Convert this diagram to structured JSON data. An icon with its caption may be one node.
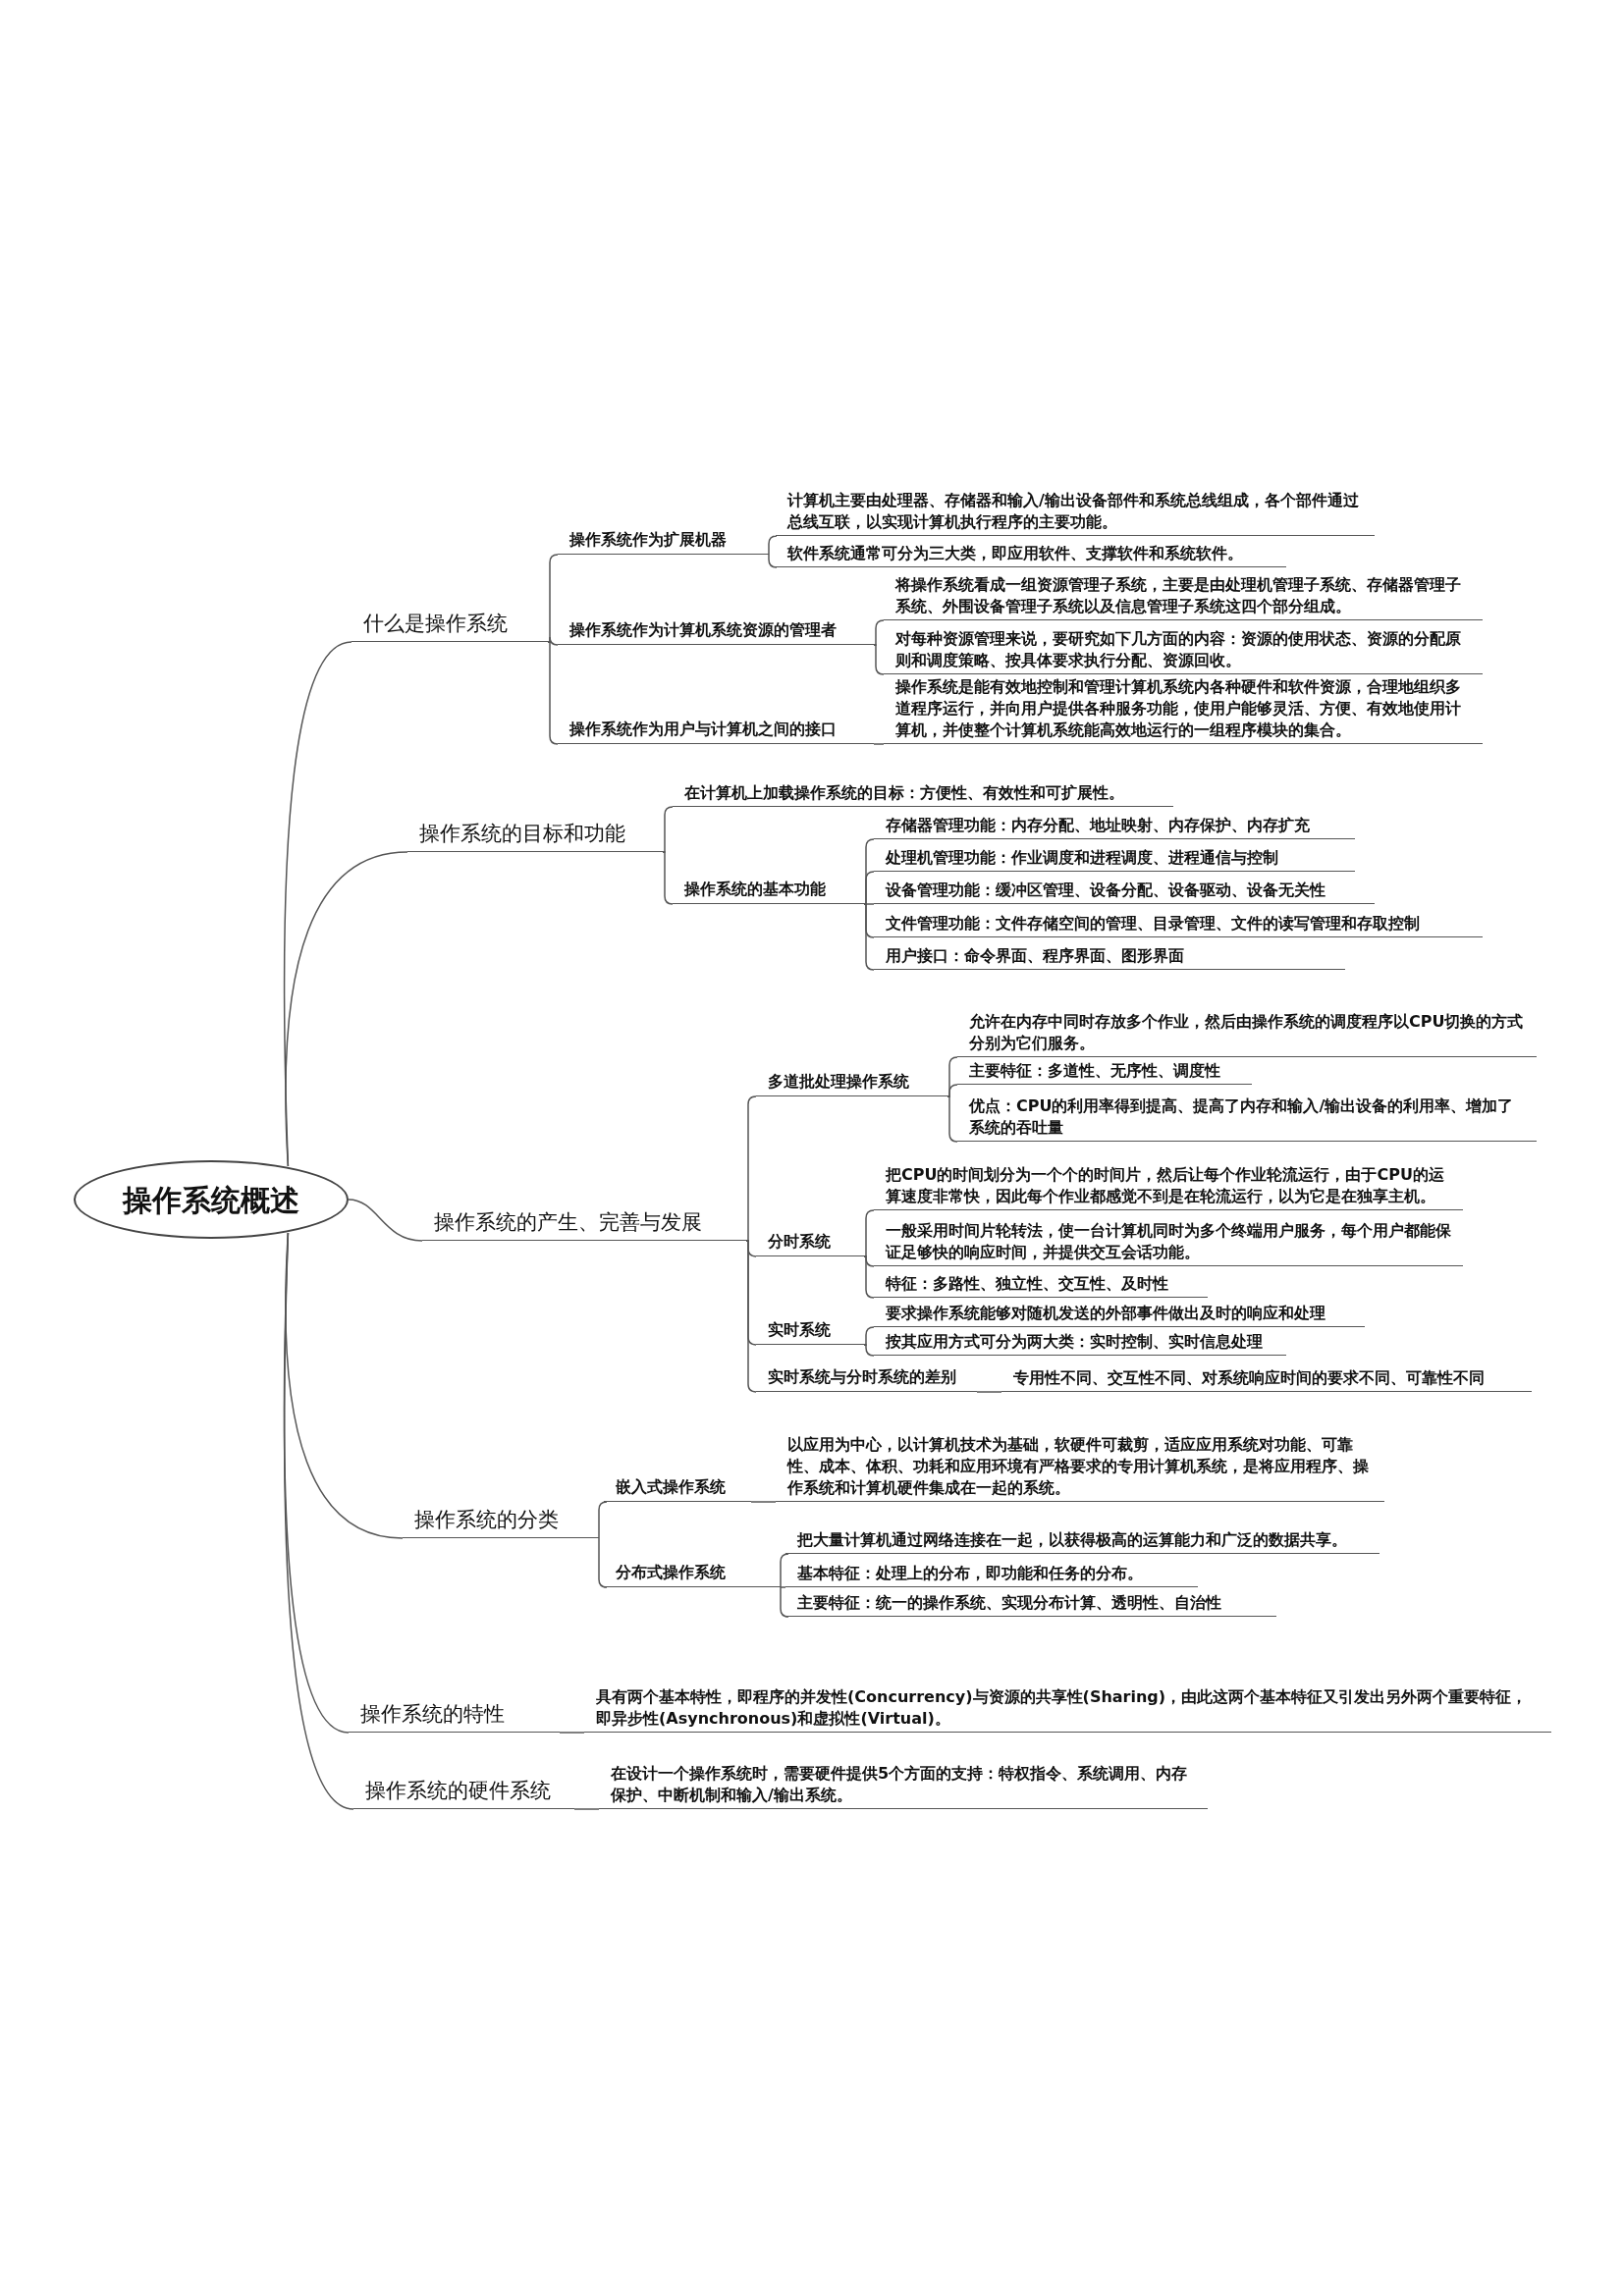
{
  "diagram": {
    "nodes": [
      {
        "text": [
          "操作系统概述"
        ]
      },
      {
        "text": [
          "什么是操作系统"
        ]
      },
      {
        "text": [
          "操作系统作为扩展机器"
        ]
      },
      {
        "text": [
          "计算机主要由处理器、存储器和输入/输出设备部件和系统总线组成，各个部件通过总线互联，以实现计算机执行程序的主要功能。"
        ]
      },
      {
        "text": [
          "软件系统通常可分为三大类，即应用软件、支撑软件和系统软件。"
        ]
      },
      {
        "text": [
          "操作系统作为计算机系统资源的管理者"
        ]
      },
      {
        "text": [
          "将操作系统看成一组资源管理子系统，主要是由处理机管理子系统、存储器管理子系统、外围设备管理子系统以及信息管理子系统这四个部分组成。"
        ]
      },
      {
        "text": [
          "对每种资源管理来说，要研究如下几方面的内容：资源的使用状态、资源的分配原则和调度策略、按具体要求执行分配、资源回收。"
        ]
      },
      {
        "text": [
          "操作系统作为用户与计算机之间的接口"
        ]
      },
      {
        "text": [
          "操作系统是能有效地控制和管理计算机系统内各种硬件和软件资源，合理地组织多道程序运行，并向用户提供各种服务功能，使用户能够灵活、方便、有效地使用计算机，并使整个计算机系统能高效地运行的一组程序模块的集合。"
        ]
      },
      {
        "text": [
          "操作系统的目标和功能"
        ]
      },
      {
        "text": [
          "在计算机上加载操作系统的目标：方便性、有效性和可扩展性。"
        ]
      },
      {
        "text": [
          "操作系统的基本功能"
        ]
      },
      {
        "text": [
          "存储器管理功能：内存分配、地址映射、内存保护、内存扩充"
        ]
      },
      {
        "text": [
          "处理机管理功能：作业调度和进程调度、进程通信与控制"
        ]
      },
      {
        "text": [
          "设备管理功能：缓冲区管理、设备分配、设备驱动、设备无关性"
        ]
      },
      {
        "text": [
          "文件管理功能：文件存储空间的管理、目录管理、文件的读写管理和存取控制"
        ]
      },
      {
        "text": [
          "用户接口：命令界面、程序界面、图形界面"
        ]
      },
      {
        "text": [
          "操作系统的产生、完善与发展"
        ]
      },
      {
        "text": [
          "多道批处理操作系统"
        ]
      },
      {
        "text": [
          "允许在内存中同时存放多个作业，然后由操作系统的调度程序以CPU切换的方式分别为它们服务。"
        ]
      },
      {
        "text": [
          "主要特征：多道性、无序性、调度性"
        ]
      },
      {
        "text": [
          "优点：CPU的利用率得到提高、提高了内存和输入/输出设备的利用率、增加了系统的吞吐量"
        ]
      },
      {
        "text": [
          "分时系统"
        ]
      },
      {
        "text": [
          "把CPU的时间划分为一个个的时间片，然后让每个作业轮流运行，由于CPU的运算速度非常快，因此每个作业都感觉不到是在轮流运行，以为它是在独享主机。"
        ]
      },
      {
        "text": [
          "一般采用时间片轮转法，使一台计算机同时为多个终端用户服务，每个用户都能保证足够快的响应时间，并提供交互会话功能。"
        ]
      },
      {
        "text": [
          "特征：多路性、独立性、交互性、及时性"
        ]
      },
      {
        "text": [
          "实时系统"
        ]
      },
      {
        "text": [
          "要求操作系统能够对随机发送的外部事件做出及时的响应和处理"
        ]
      },
      {
        "text": [
          "按其应用方式可分为两大类：实时控制、实时信息处理"
        ]
      },
      {
        "text": [
          "实时系统与分时系统的差别"
        ]
      },
      {
        "text": [
          "专用性不同、交互性不同、对系统响应时间的要求不同、可靠性不同"
        ]
      },
      {
        "text": [
          "操作系统的分类"
        ]
      },
      {
        "text": [
          "嵌入式操作系统"
        ]
      },
      {
        "text": [
          "以应用为中心，以计算机技术为基础，软硬件可裁剪，适应应用系统对功能、可靠性、成本、体积、功耗和应用环境有严格要求的专用计算机系统，是将应用程序、操作系统和计算机硬件集成在一起的系统。"
        ]
      },
      {
        "text": [
          "分布式操作系统"
        ]
      },
      {
        "text": [
          "把大量计算机通过网络连接在一起，以获得极高的运算能力和广泛的数据共享。"
        ]
      },
      {
        "text": [
          "基本特征：处理上的分布，即功能和任务的分布。"
        ]
      },
      {
        "text": [
          "主要特征：统一的操作系统、实现分布计算、透明性、自治性"
        ]
      },
      {
        "text": [
          "操作系统的特性"
        ]
      },
      {
        "text": [
          "具有两个基本特性，即程序的并发性(Concurrency)与资源的共享性(Sharing)，由此这两个基本特征又引发出另外两个重要特征，即异步性(Asynchronous)和虚拟性(Virtual)。"
        ]
      },
      {
        "text": [
          "操作系统的硬件系统"
        ]
      },
      {
        "text": [
          "在设计一个操作系统时，需要硬件提供5个方面的支持：特权指令、系统调用、内存保护、中断机制和输入/输出系统。"
        ]
      }
    ],
    "edges": [
      {
        "from": 0,
        "to": 1,
        "arrow": "none"
      },
      {
        "from": 0,
        "to": 10,
        "arrow": "none"
      },
      {
        "from": 0,
        "to": 18,
        "arrow": "none"
      },
      {
        "from": 0,
        "to": 32,
        "arrow": "none"
      },
      {
        "from": 0,
        "to": 39,
        "arrow": "none"
      },
      {
        "from": 0,
        "to": 41,
        "arrow": "none"
      },
      {
        "from": 1,
        "to": 2,
        "arrow": "none"
      },
      {
        "from": 1,
        "to": 5,
        "arrow": "none"
      },
      {
        "from": 1,
        "to": 8,
        "arrow": "none"
      },
      {
        "from": 2,
        "to": 3,
        "arrow": "none"
      },
      {
        "from": 2,
        "to": 4,
        "arrow": "none"
      },
      {
        "from": 5,
        "to": 6,
        "arrow": "none"
      },
      {
        "from": 5,
        "to": 7,
        "arrow": "none"
      },
      {
        "from": 8,
        "to": 9,
        "arrow": "none"
      },
      {
        "from": 10,
        "to": 11,
        "arrow": "none"
      },
      {
        "from": 10,
        "to": 12,
        "arrow": "none"
      },
      {
        "from": 12,
        "to": 13,
        "arrow": "none"
      },
      {
        "from": 12,
        "to": 14,
        "arrow": "none"
      },
      {
        "from": 12,
        "to": 15,
        "arrow": "none"
      },
      {
        "from": 12,
        "to": 16,
        "arrow": "none"
      },
      {
        "from": 12,
        "to": 17,
        "arrow": "none"
      },
      {
        "from": 18,
        "to": 19,
        "arrow": "none"
      },
      {
        "from": 18,
        "to": 23,
        "arrow": "none"
      },
      {
        "from": 18,
        "to": 27,
        "arrow": "none"
      },
      {
        "from": 18,
        "to": 30,
        "arrow": "none"
      },
      {
        "from": 19,
        "to": 20,
        "arrow": "none"
      },
      {
        "from": 19,
        "to": 21,
        "arrow": "none"
      },
      {
        "from": 19,
        "to": 22,
        "arrow": "none"
      },
      {
        "from": 23,
        "to": 24,
        "arrow": "none"
      },
      {
        "from": 23,
        "to": 25,
        "arrow": "none"
      },
      {
        "from": 23,
        "to": 26,
        "arrow": "none"
      },
      {
        "from": 27,
        "to": 28,
        "arrow": "none"
      },
      {
        "from": 27,
        "to": 29,
        "arrow": "none"
      },
      {
        "from": 30,
        "to": 31,
        "arrow": "none"
      },
      {
        "from": 32,
        "to": 33,
        "arrow": "none"
      },
      {
        "from": 32,
        "to": 35,
        "arrow": "none"
      },
      {
        "from": 33,
        "to": 34,
        "arrow": "none"
      },
      {
        "from": 35,
        "to": 36,
        "arrow": "none"
      },
      {
        "from": 35,
        "to": 37,
        "arrow": "none"
      },
      {
        "from": 35,
        "to": 38,
        "arrow": "none"
      },
      {
        "from": 39,
        "to": 40,
        "arrow": "none"
      },
      {
        "from": 41,
        "to": 42,
        "arrow": "none"
      }
    ]
  }
}
